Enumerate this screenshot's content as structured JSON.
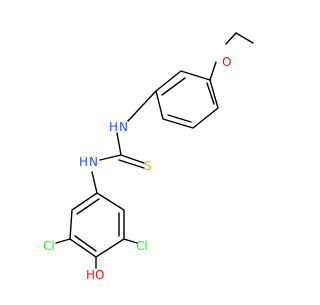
{
  "molecule": {
    "atoms": {
      "oxygen_ether": "O",
      "nh_top": "H",
      "n_top": "N",
      "nh_bottom": "H",
      "n_bottom": "N",
      "sulfur": "S",
      "chlorine_left": "Cl",
      "chlorine_right": "Cl",
      "hydroxyl": "HO"
    }
  },
  "colors": {
    "bond": "#000000",
    "oxygen": "#ff0d0d",
    "nitrogen": "#3050f8",
    "sulfur": "#c6c600",
    "chlorine": "#1ff01f",
    "carbon_text": "#000000"
  }
}
